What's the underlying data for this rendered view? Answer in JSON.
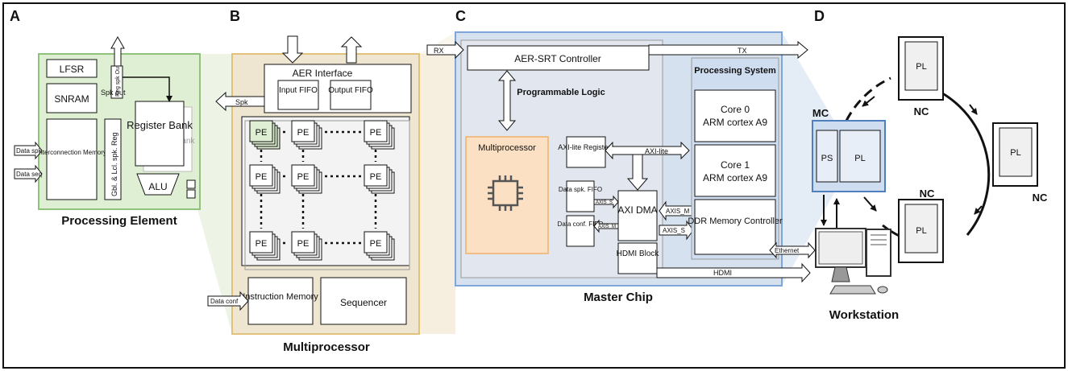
{
  "panels": {
    "a": {
      "letter": "A",
      "caption": "Processing Element",
      "lfsr": "LFSR",
      "snram": "SNRAM",
      "interconnection_memory": "Interconnection Memory",
      "gbl_reg": "Gbl. & Lcl. spk. Reg",
      "register_bank": "Register Bank",
      "register_bank_back": "Register Bank",
      "alu": "ALU",
      "spk_out": "Spk out",
      "reg_spk_out": "Reg spk Out",
      "data_spk": "Data spk",
      "data_seq": "Data seq"
    },
    "b": {
      "letter": "B",
      "caption": "Multiprocessor",
      "aer_interface": "AER Interface",
      "input_fifo": "Input FIFO",
      "output_fifo": "Output FIFO",
      "spk": "Spk",
      "pe": "PE",
      "instruction_memory": "Instruction Memory",
      "sequencer": "Sequencer",
      "data_conf": "Data conf"
    },
    "c": {
      "letter": "C",
      "caption": "Master Chip",
      "rx": "RX",
      "tx": "TX",
      "aer_srt": "AER-SRT Controller",
      "programmable_logic": "Programmable Logic",
      "multiprocessor": "Multiprocessor",
      "axi_lite_registers": "AXI-lite Registers",
      "axi_lite": "AXI-lite",
      "data_spk_fifo": "Data spk. FIFO",
      "data_conf_fifo": "Data conf. FIFO",
      "axis_s": "AXIS_S",
      "axis_m": "AXIS_M",
      "axi_dma": "AXI DMA",
      "hdmi_block": "HDMI Block",
      "processing_system": "Processing System",
      "core0": "Core 0",
      "core1": "Core 1",
      "arm": "ARM cortex A9",
      "ddr": "DDR Memory Controller",
      "hdmi": "HDMI",
      "ethernet": "Ethernet"
    },
    "d": {
      "letter": "D",
      "caption": "Workstation",
      "mc": "MC",
      "nc": "NC",
      "pl": "PL",
      "ps": "PS"
    }
  },
  "colors": {
    "green_fill": "#dfefd3",
    "green_stroke": "#8fc27a",
    "tan_fill": "#efe6d2",
    "tan_stroke": "#e2c27a",
    "blue_fill": "#d6e1f0",
    "blue_stroke": "#7fa6d9",
    "pl_fill": "#e2e7ef",
    "ps_fill": "#cfddf0",
    "orange_fill": "#fbe0c4",
    "orange_stroke": "#f0b069"
  }
}
